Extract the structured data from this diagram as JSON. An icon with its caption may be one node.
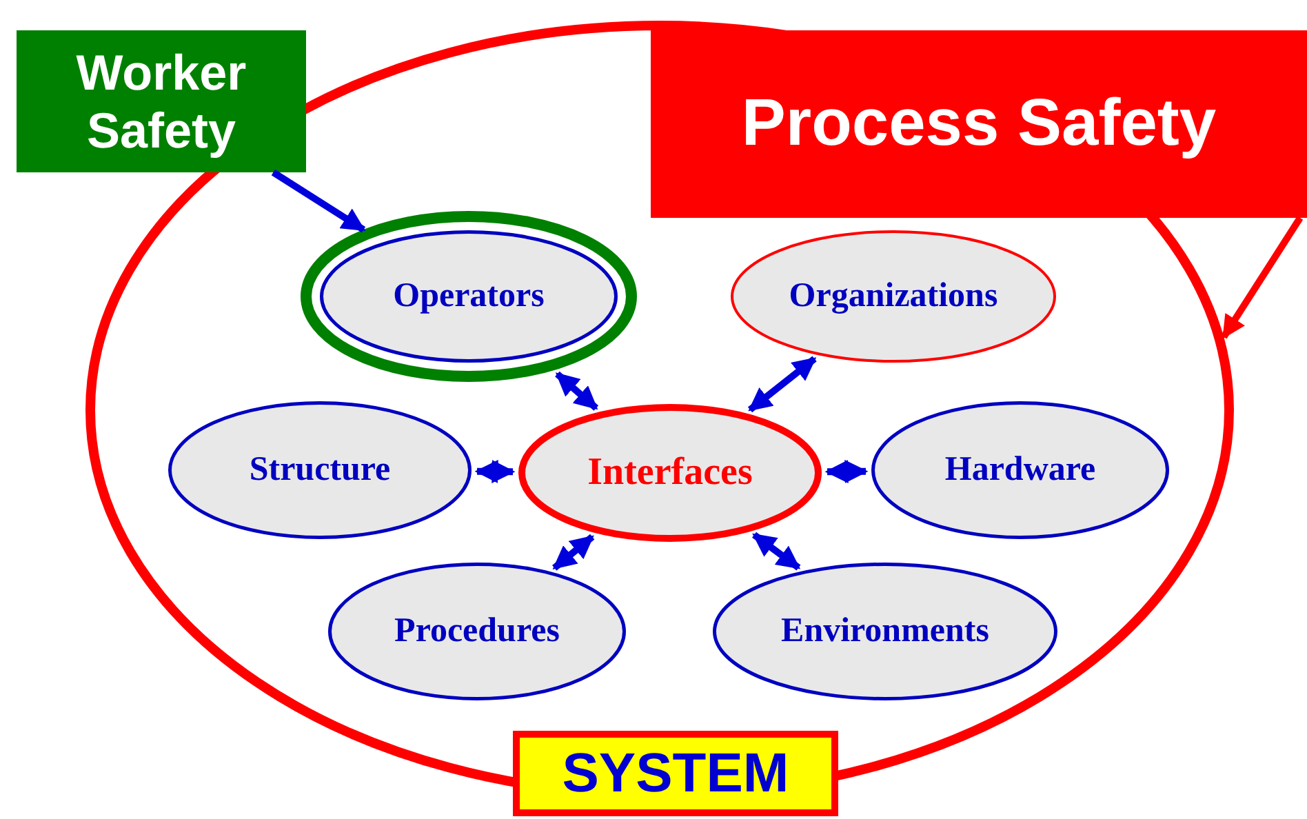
{
  "diagram": {
    "nodes": [
      {
        "text": [],
        "shape": "circle"
      },
      {
        "text": [
          "SYSTEM"
        ]
      },
      {
        "text": [
          "Worker Safety"
        ]
      },
      {
        "text": [
          "Process Safety"
        ]
      },
      {
        "text": [
          "Operators"
        ],
        "in": 0
      },
      {
        "text": [
          "Organizations"
        ],
        "in": 0
      },
      {
        "text": [
          "Structure"
        ],
        "in": 0
      },
      {
        "text": [
          "Interfaces"
        ],
        "in": 0
      },
      {
        "text": [
          "Hardware"
        ],
        "in": 0
      },
      {
        "text": [
          "Procedures"
        ],
        "in": 0
      },
      {
        "text": [
          "Environments"
        ],
        "in": 0
      }
    ],
    "edges": [
      {
        "from": 2,
        "to": 4,
        "arrow": "to"
      },
      {
        "from": 3,
        "to": 0,
        "arrow": "to",
        "color": "#ff0000"
      },
      {
        "from": 4,
        "to": 7,
        "arrow": "both"
      },
      {
        "from": 5,
        "to": 7,
        "arrow": "both"
      },
      {
        "from": 6,
        "to": 7,
        "arrow": "both"
      },
      {
        "from": 8,
        "to": 7,
        "arrow": "both"
      },
      {
        "from": 9,
        "to": 7,
        "arrow": "both"
      },
      {
        "from": 10,
        "to": 7,
        "arrow": "both"
      }
    ]
  }
}
